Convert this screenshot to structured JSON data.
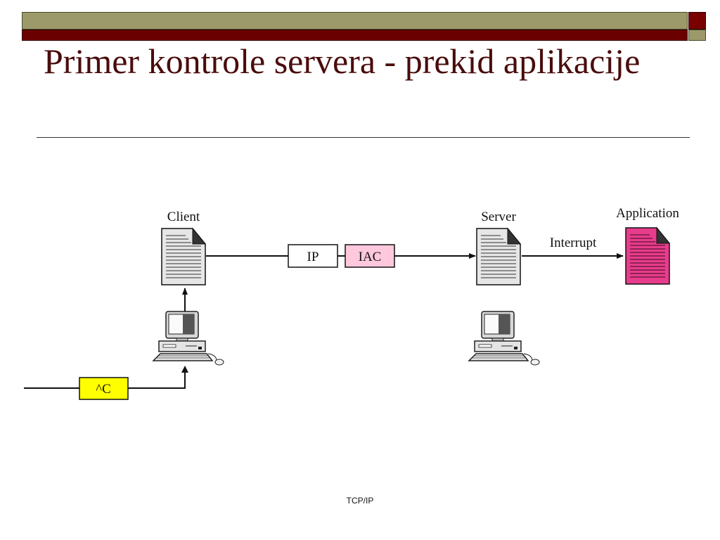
{
  "slide": {
    "title": "Primer kontrole servera - prekid aplikacije",
    "footer": "TCP/IP"
  },
  "diagram": {
    "labels": {
      "client": "Client",
      "server": "Server",
      "application": "Application",
      "interrupt": "Interrupt"
    },
    "packets": {
      "ip": "IP",
      "iac": "IAC",
      "ctrl_c": "^C"
    }
  },
  "colors": {
    "olive_bar": "#9c9a6a",
    "dark_red_bar": "#6b0000",
    "title_text": "#4a0c0c",
    "iac_fill": "#ffc8dc",
    "ctrl_c_fill": "#ffff00",
    "application_doc": "#e83c8c"
  },
  "icons": [
    "document-icon",
    "computer-icon"
  ]
}
